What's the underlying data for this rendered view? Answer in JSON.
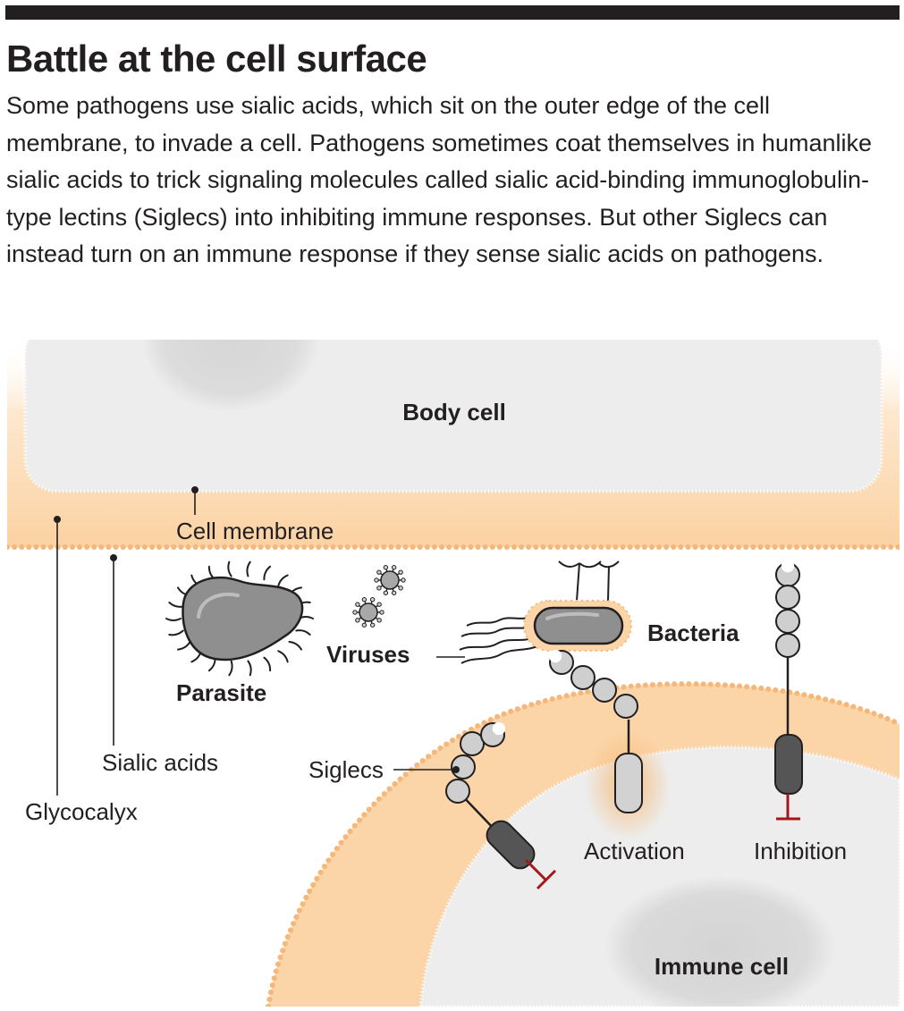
{
  "title": "Battle at the cell surface",
  "description": "Some pathogens use sialic acids, which sit on the outer edge of the cell membrane, to invade a cell. Pathogens sometimes coat themselves in humanlike sialic acids to trick signaling molecules called sialic acid-binding immunoglobulin-type lectins (Siglecs) into inhibiting immune responses. But other Siglecs can instead turn on an immune response if they sense sialic acids on pathogens.",
  "labels": {
    "body_cell": "Body cell",
    "cell_membrane": "Cell membrane",
    "glycocalyx": "Glycocalyx",
    "sialic_acids": "Sialic acids",
    "parasite": "Parasite",
    "viruses": "Viruses",
    "bacteria": "Bacteria",
    "siglecs": "Siglecs",
    "activation": "Activation",
    "inhibition": "Inhibition",
    "immune_cell": "Immune cell"
  },
  "colors": {
    "glycocalyx": "#fbd5a8",
    "cell_gray": "#ededed",
    "nucleus_gray": "#dcdcdc",
    "pathogen_gray": "#8a8a8a",
    "siglec_gray": "#cccccc",
    "receptor_dark": "#4d4d4d",
    "inhibition_red": "#a3171c",
    "text": "#231f20"
  }
}
